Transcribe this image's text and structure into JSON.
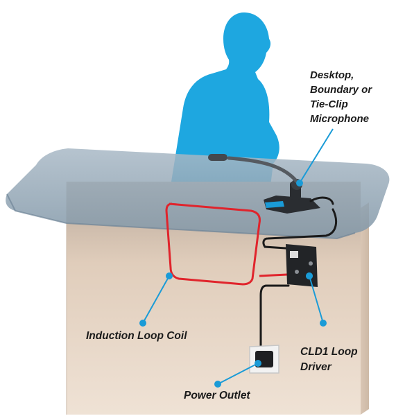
{
  "labels": {
    "microphone": [
      "Desktop,",
      "Boundary or",
      "Tie-Clip",
      "Microphone"
    ],
    "induction_loop_coil": "Induction Loop Coil",
    "loop_driver": [
      "CLD1 Loop",
      "Driver"
    ],
    "power_outlet": "Power Outlet"
  },
  "colors": {
    "person": "#1ea7e0",
    "desk_top": "#8ea3b3",
    "desk_front": "#ead8c8",
    "loop_coil": "#e0242c",
    "callout_line": "#1a9bd7",
    "cable": "#1a1a1a"
  }
}
